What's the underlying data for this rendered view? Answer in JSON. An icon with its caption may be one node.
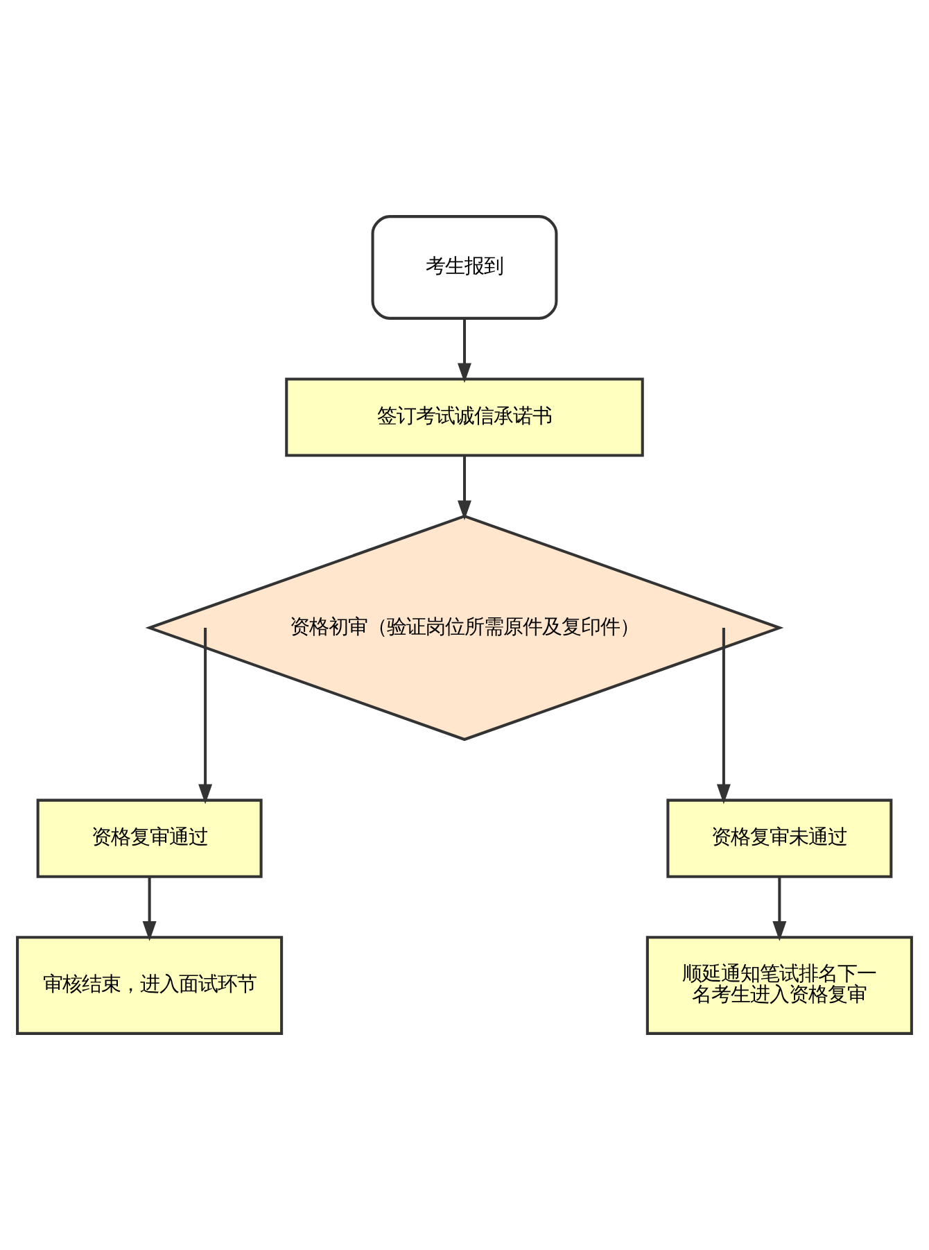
{
  "diagram": {
    "nodes": [
      {
        "text": [
          "考生报到"
        ]
      },
      {
        "text": [
          "签订考试诚信承诺书"
        ]
      },
      {
        "text": [
          "资格初审（验证岗位所需原件及复印件）"
        ]
      },
      {
        "text": [
          "资格复审通过"
        ]
      },
      {
        "text": [
          "资格复审未通过"
        ]
      },
      {
        "text": [
          "审核结束，进入面试环节"
        ]
      },
      {
        "text": [
          "顺延通知笔试排名下一名考生进入资格复审"
        ]
      }
    ],
    "edges": [
      {
        "from": 0,
        "to": 1,
        "arrow": "to"
      },
      {
        "from": 1,
        "to": 2,
        "arrow": "to"
      },
      {
        "from": 2,
        "to": 3,
        "arrow": "to"
      },
      {
        "from": 2,
        "to": 4,
        "arrow": "to"
      },
      {
        "from": 3,
        "to": 5,
        "arrow": "to"
      },
      {
        "from": 4,
        "to": 6,
        "arrow": "to"
      }
    ]
  }
}
